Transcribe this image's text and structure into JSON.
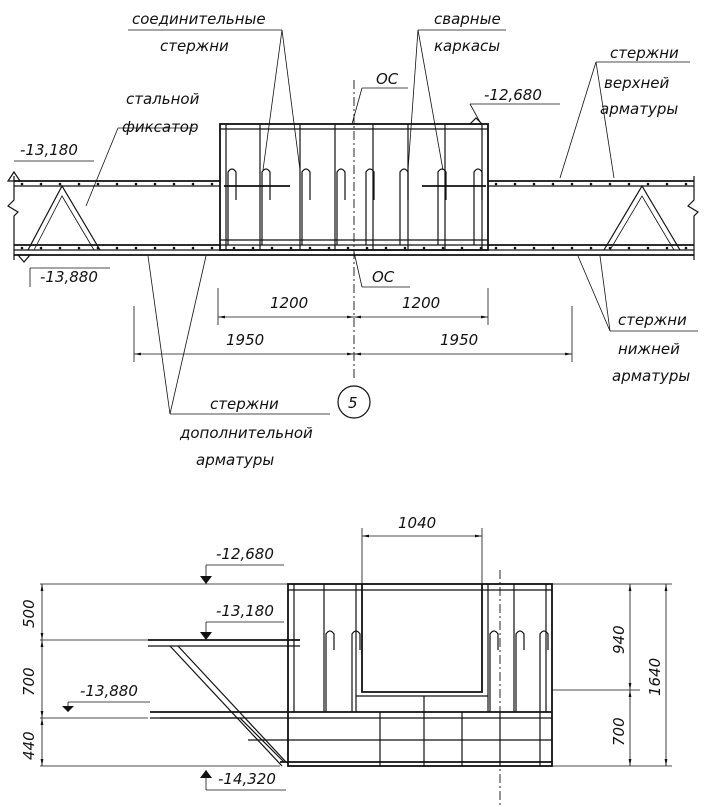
{
  "top": {
    "labels": {
      "connecting_rods_1": "соединительные",
      "connecting_rods_2": "стержни",
      "welded_1": "сварные",
      "welded_2": "каркасы",
      "steel_1": "стальной",
      "steel_2": "фиксатор",
      "upper_1": "стержни",
      "upper_2": "верхней",
      "upper_3": "арматуры",
      "lower_1": "стержни",
      "lower_2": "нижней",
      "lower_3": "арматуры",
      "extra_1": "стержни",
      "extra_2": "дополнительной",
      "extra_3": "арматуры",
      "axis_top": "ОС",
      "axis_bottom": "ОС"
    },
    "elevations": {
      "upper_left": "-13,180",
      "lower_left": "-13,880",
      "upper_right": "-12,680"
    },
    "dims": {
      "half_left": "1200",
      "half_right": "1200",
      "full_left": "1950",
      "full_right": "1950"
    },
    "axis_number": "5"
  },
  "bottom": {
    "elevations": {
      "e1": "-12,680",
      "e2": "-13,180",
      "e3": "-13,880",
      "e4": "-14,320"
    },
    "dims": {
      "top_width": "1040",
      "left_500": "500",
      "left_700": "700",
      "left_440": "440",
      "right_940": "940",
      "right_700": "700",
      "right_1640": "1640"
    }
  }
}
